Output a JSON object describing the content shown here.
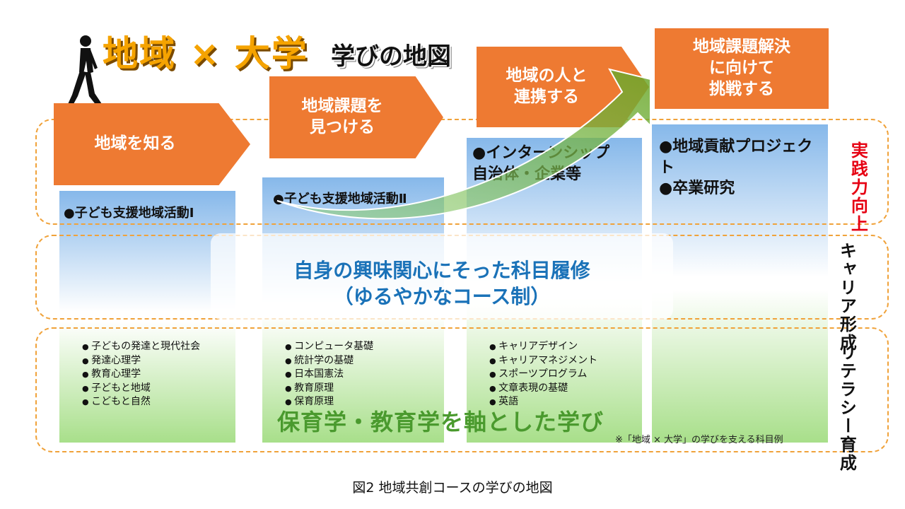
{
  "title": {
    "main": "地域 × 大学",
    "sub": "学びの地図"
  },
  "steps": [
    "地域を知る",
    "地域課題を\n見つける",
    "地域の人と\n連携する",
    "地域課題解決\nに向けて\n挑戦する"
  ],
  "practice": {
    "col1": "●子ども支援地域活動Ⅰ",
    "col2": "●子ども支援地域活動Ⅱ",
    "col3": "●インターンシップ\n自治体・企業等",
    "col4": "●地域貢献プロジェクト\n●卒業研究"
  },
  "side_labels": {
    "practice": "実践力向上",
    "career": "キャリア形成",
    "literacy": "リテラシー育成"
  },
  "banner": {
    "line1": "自身の興味関心にそった科目履修",
    "line2": "（ゆるやかなコース制）"
  },
  "courses": {
    "col1": [
      "子どもの発達と現代社会",
      "発達心理学",
      "教育心理学",
      "子どもと地域",
      "こどもと自然"
    ],
    "col2": [
      "コンピュータ基礎",
      "統計学の基礎",
      "日本国憲法",
      "教育原理",
      "保育原理"
    ],
    "col3": [
      "キャリアデザイン",
      "キャリアマネジメント",
      "スポーツプログラム",
      "文章表現の基礎",
      "英語"
    ]
  },
  "core": "保育学・教育学を軸とした学び",
  "footnote": "※「地域 × 大学」の学びを支える科目例",
  "caption": "図2  地域共創コースの学びの地図",
  "colors": {
    "step": "#ee7a32",
    "band": "#f0a23a",
    "red": "#e60012",
    "blue_text": "#1a72b8",
    "green_text": "#4a9a2e"
  }
}
